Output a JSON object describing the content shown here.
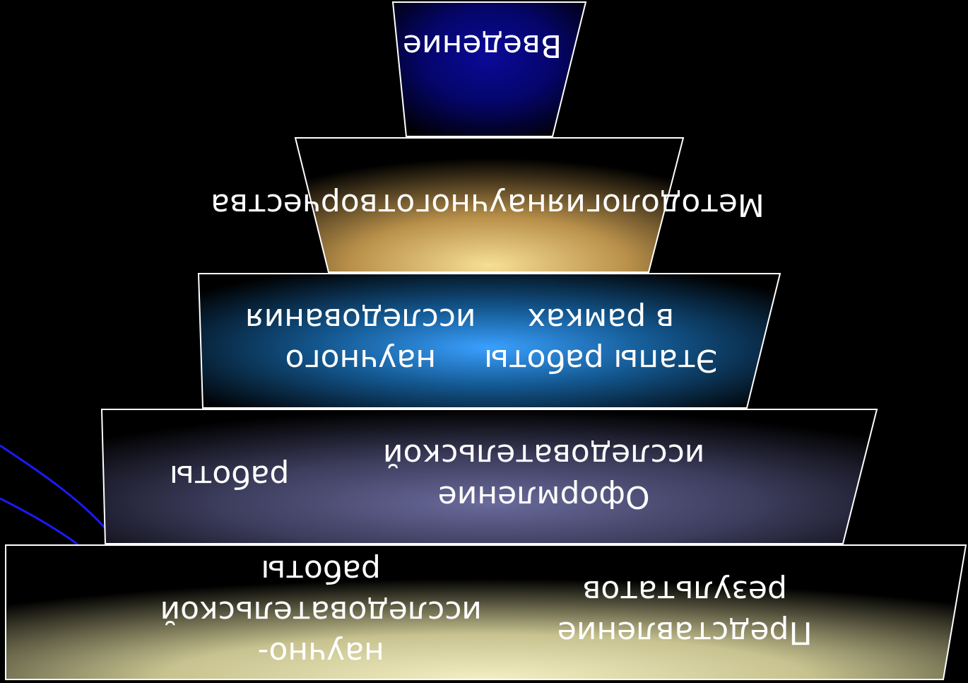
{
  "diagram": {
    "levels": [
      {
        "lines": [
          "Представление результатов",
          "научно-исследовательской работы"
        ],
        "gradient": [
          "#f4efc4",
          "#c7c28f",
          "#000000"
        ]
      },
      {
        "lines": [
          "Оформление исследовательской",
          "работы"
        ],
        "gradient": [
          "#6a6a9c",
          "#3c3c5c",
          "#000000"
        ]
      },
      {
        "lines": [
          "Этапы работы в рамках",
          "научного исследования"
        ],
        "gradient": [
          "#3aa0ff",
          "#13578f",
          "#000000"
        ]
      },
      {
        "lines": [
          "Методология",
          "научного",
          "творчества"
        ],
        "gradient": [
          "#f7df96",
          "#b9904a",
          "#000000"
        ]
      },
      {
        "lines": [
          "Введени",
          "е"
        ],
        "gradient": [
          "#0a0a9a",
          "#05056a",
          "#000000"
        ]
      }
    ],
    "outline_color": "#ffffff",
    "accent_line_color": "#1a1aff"
  }
}
